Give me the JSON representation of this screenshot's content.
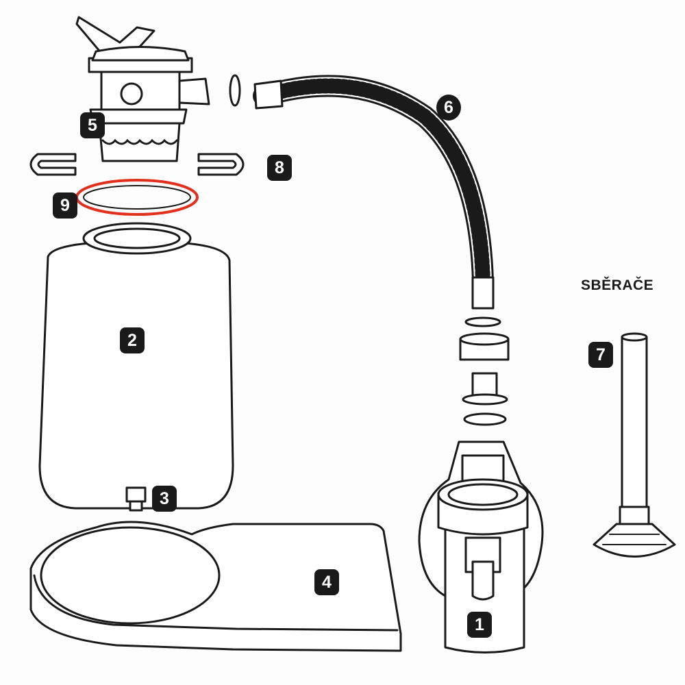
{
  "title": "SBĚRAČE",
  "highlight_color": "#e0301e",
  "labels": {
    "pump": "1",
    "tank": "2",
    "drain_valve": "3",
    "base": "4",
    "multiport_valve": "5",
    "hose": "6",
    "skimmer_pipe": "7",
    "clamp": "8",
    "o_ring": "9"
  }
}
